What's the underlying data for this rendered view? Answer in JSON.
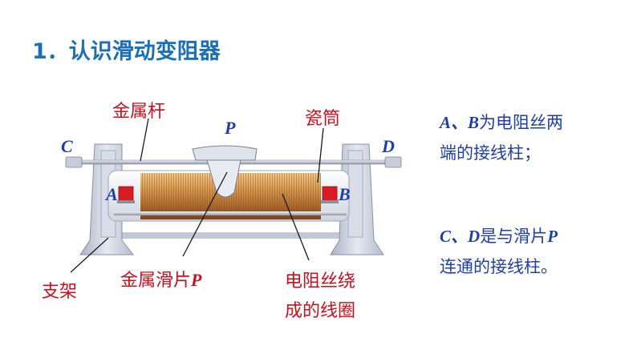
{
  "title": "1．认识滑动变阻器",
  "labels": {
    "metal_rod": "金属杆",
    "porcelain_tube": "瓷筒",
    "slider_prefix": "金属滑片",
    "slider_letter": "P",
    "support": "支架",
    "coil_line1": "电阻丝绕",
    "coil_line2": "成的线圈",
    "letter_p_top": "P",
    "letter_c": "C",
    "letter_d": "D",
    "letter_a": "A",
    "letter_b": "B"
  },
  "notes": {
    "ab_letters": "A、B",
    "ab_line1_rest": "为电阻丝两",
    "ab_line2": "端的接线柱；",
    "cd_letters": "C、D",
    "cd_line1_mid": "是与滑片",
    "cd_line1_p": "P",
    "cd_line2": "连通的接线柱。"
  },
  "colors": {
    "title": "#1b6fb5",
    "label_red": "#c8101d",
    "letter_blue": "#1f3fa8",
    "coil": "#c8893e",
    "frame": "#c9cfdc"
  }
}
